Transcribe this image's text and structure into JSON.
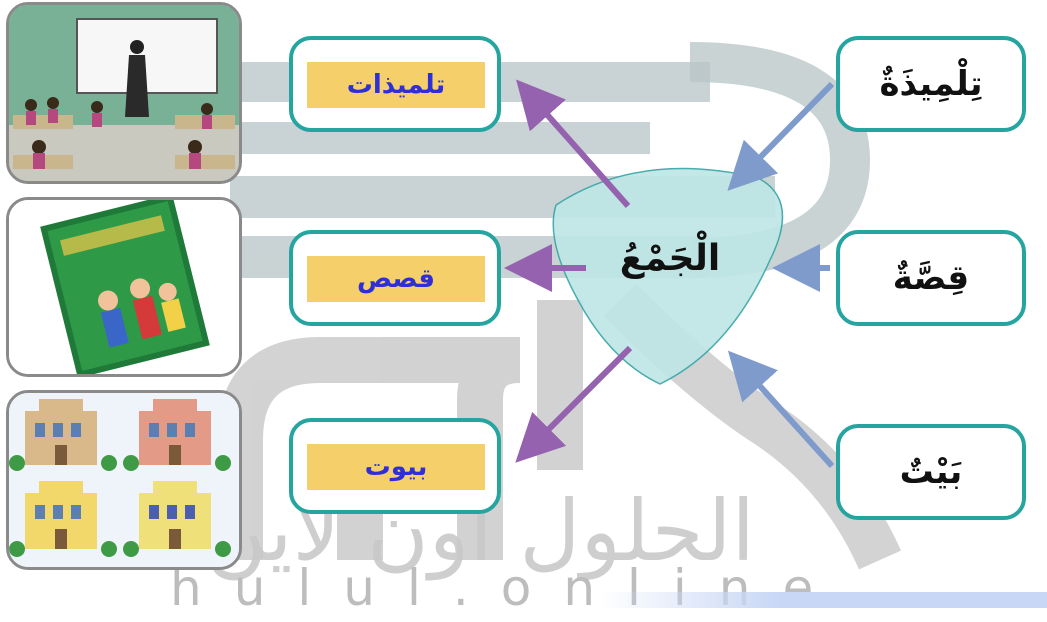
{
  "center": {
    "label": "الْجَمْعُ"
  },
  "rows": [
    {
      "singular": "تِلْمِيذَةٌ",
      "plural": "تلميذات",
      "image": "classroom-picture"
    },
    {
      "singular": "قِصَّةٌ",
      "plural": "قصص",
      "image": "storybooks-picture"
    },
    {
      "singular": "بَيْتٌ",
      "plural": "بيوت",
      "image": "houses-picture"
    }
  ],
  "watermark": {
    "arabic": "الحلول اون لاين",
    "latin": "hulul.online"
  },
  "colors": {
    "box_border": "#26a5a0",
    "answer_fill": "#f4cf6a",
    "answer_text": "#2f2fd8",
    "arrow_in": "#7f9bcc",
    "arrow_out": "#9462ae",
    "center_fill": "#bfe6e6"
  }
}
